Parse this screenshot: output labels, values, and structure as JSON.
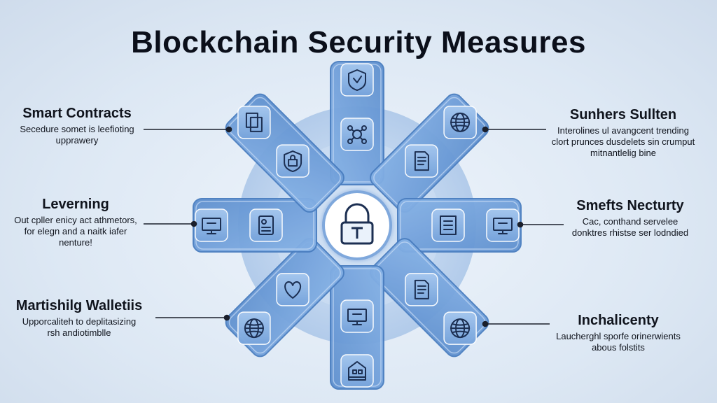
{
  "title": "Blockchain Security Measures",
  "center": {
    "icon": "padlock-icon"
  },
  "left_labels": [
    {
      "heading": "Smart Contracts",
      "lines": [
        "Secedure somet is leefioting",
        "upprawery"
      ]
    },
    {
      "heading": "Leverning",
      "lines": [
        "Out cpller enicy act athmetors,",
        "for elegn and a naitk iafer",
        "nenture!"
      ]
    },
    {
      "heading": "Martishilg Walletiis",
      "lines": [
        "Upporcaliteh to deplitasizing",
        "rsh andiotimblle"
      ]
    }
  ],
  "right_labels": [
    {
      "heading": "Sunhers Sullten",
      "lines": [
        "Interolines ul avangcent trending",
        "clort prunces dusdelets sin crumput",
        "mitnantlelig bine"
      ]
    },
    {
      "heading": "Smefts Necturty",
      "lines": [
        "Cac, conthand servelee",
        "donktres rhistse ser lodndied"
      ]
    },
    {
      "heading": "Inchalicenty",
      "lines": [
        "Laucherghl sporfe orinerwients",
        "abous folstits"
      ]
    }
  ],
  "arm_icons": {
    "top": [
      "shield-icon",
      "cog-network-icon"
    ],
    "top_right": [
      "globe-network-icon",
      "document-icon"
    ],
    "right": [
      "monitor-icon",
      "checklist-icon"
    ],
    "bottom_right": [
      "globe-icon",
      "report-icon"
    ],
    "bottom": [
      "building-icon",
      "monitor-icon"
    ],
    "bottom_left": [
      "globe-icon",
      "heart-icon"
    ],
    "left": [
      "monitor-icon",
      "id-card-icon"
    ],
    "top_left": [
      "stacked-pages-icon",
      "shield-lock-icon"
    ]
  },
  "colors": {
    "arm_fill": "#6f9fd8",
    "arm_stroke": "#4a7ec0",
    "tile_fill": "#8cb4e6",
    "icon_stroke": "#1c2f52",
    "hub": "#c2d6ee",
    "text": "#10141d"
  }
}
